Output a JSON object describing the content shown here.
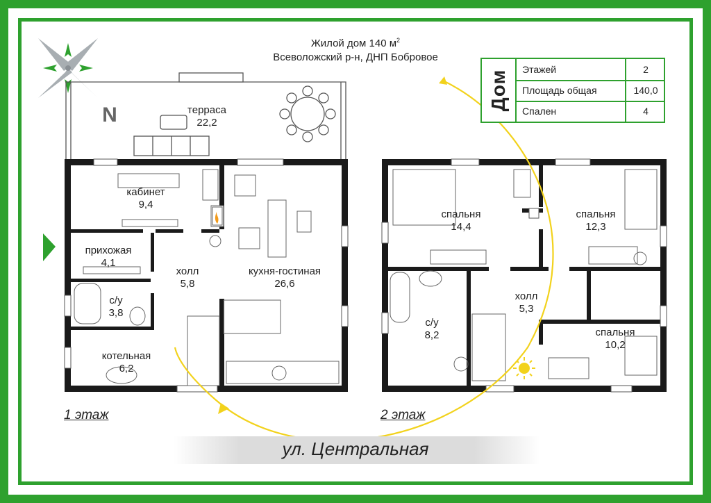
{
  "header": {
    "title_line1": "Жилой дом 140 м",
    "title_sup": "2",
    "title_line2": "Всеволожский р-н, ДНП Бобровое"
  },
  "info_table": {
    "side_label": "Дом",
    "rows": [
      {
        "label": "Этажей",
        "value": "2"
      },
      {
        "label": "Площадь общая",
        "value": "140,0"
      },
      {
        "label": "Спален",
        "value": "4"
      }
    ]
  },
  "compass": {
    "label": "N"
  },
  "floor1": {
    "label": "1 этаж",
    "rooms": [
      {
        "name": "терраса",
        "area": "22,2"
      },
      {
        "name": "кабинет",
        "area": "9,4"
      },
      {
        "name": "прихожая",
        "area": "4,1"
      },
      {
        "name": "холл",
        "area": "5,8"
      },
      {
        "name": "кухня-гостиная",
        "area": "26,6"
      },
      {
        "name": "с/у",
        "area": "3,8"
      },
      {
        "name": "котельная",
        "area": "6,2"
      }
    ]
  },
  "floor2": {
    "label": "2 этаж",
    "rooms": [
      {
        "name": "спальня",
        "area": "14,4"
      },
      {
        "name": "спальня",
        "area": "12,3"
      },
      {
        "name": "холл",
        "area": "5,3"
      },
      {
        "name": "с/у",
        "area": "8,2"
      },
      {
        "name": "спальня",
        "area": "10,2"
      }
    ]
  },
  "street": {
    "label": "ул. Центральная"
  },
  "colors": {
    "frame": "#2ea12e",
    "wall": "#1a1a1a",
    "sun_path": "#f2d21c"
  }
}
